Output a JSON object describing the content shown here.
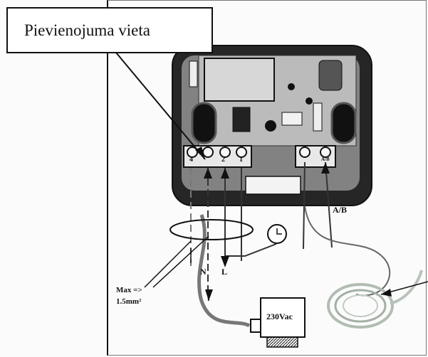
{
  "callout": {
    "title": "Pievienojuma vieta"
  },
  "terminals": {
    "t4": "4",
    "t2": "2",
    "t1": "1",
    "ab_port": "A/B"
  },
  "wires": {
    "neutral": "N",
    "line": "L",
    "bus": "A/B"
  },
  "notes": {
    "max_line1": "Max =>",
    "max_line2": "1.5mm²"
  },
  "power_box": {
    "voltage": "230Vac"
  },
  "colors": {
    "housing": "#232323",
    "board": "#b9b9b9",
    "wire": "#555555",
    "sensor_cable": "#a8b7a8"
  }
}
